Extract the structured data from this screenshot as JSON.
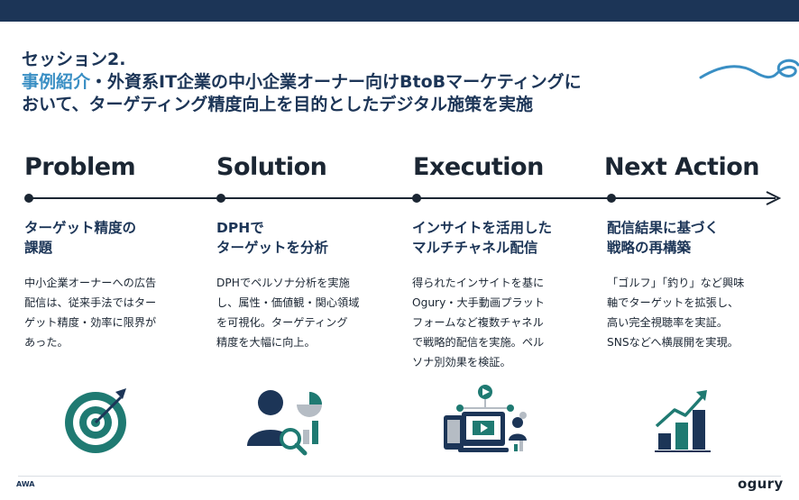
{
  "title": {
    "line1": "セッション2.",
    "line2_highlight": "事例紹介",
    "line2_rest": "・外資系IT企業の中小企業オーナー向けBtoBマーケティングに",
    "line3": "おいて、ターゲティング精度向上を目的としたデジタル施策を実施"
  },
  "stages": [
    {
      "label": "Problem",
      "heading": [
        "ターゲット精度の",
        "課題"
      ],
      "body": [
        "中小企業オーナーへの広告",
        "配信は、従来手法ではター",
        "ゲット精度・効率に限界が",
        "あった。"
      ],
      "icon": "target-icon"
    },
    {
      "label": "Solution",
      "heading": [
        "DPHで",
        "ターゲットを分析"
      ],
      "body": [
        "DPHでペルソナ分析を実施",
        "し、属性・価値観・関心領域",
        "を可視化。ターゲティング",
        "精度を大幅に向上。"
      ],
      "icon": "persona-analysis-icon"
    },
    {
      "label": "Execution",
      "heading": [
        "インサイトを活用した",
        "マルチチャネル配信"
      ],
      "body": [
        "得られたインサイトを基に",
        "Ogury・大手動画プラット",
        "フォームなど複数チャネル",
        "で戦略的配信を実施。ペル",
        "ソナ別効果を検証。"
      ],
      "icon": "multichannel-icon"
    },
    {
      "label": "Next Action",
      "heading": [
        "配信結果に基づく",
        "戦略の再構築"
      ],
      "body": [
        "「ゴルフ」「釣り」など興味",
        "軸でターゲットを拡張し、",
        "高い完全視聴率を実証。",
        "SNSなどへ横展開を実現。"
      ],
      "icon": "growth-chart-icon"
    }
  ],
  "footer": {
    "left": "AWA",
    "logo": "ogury"
  },
  "colors": {
    "navy": "#1c3557",
    "accent": "#3a8fc4",
    "teal": "#1f7a72",
    "grey": "#b5bcc4"
  }
}
